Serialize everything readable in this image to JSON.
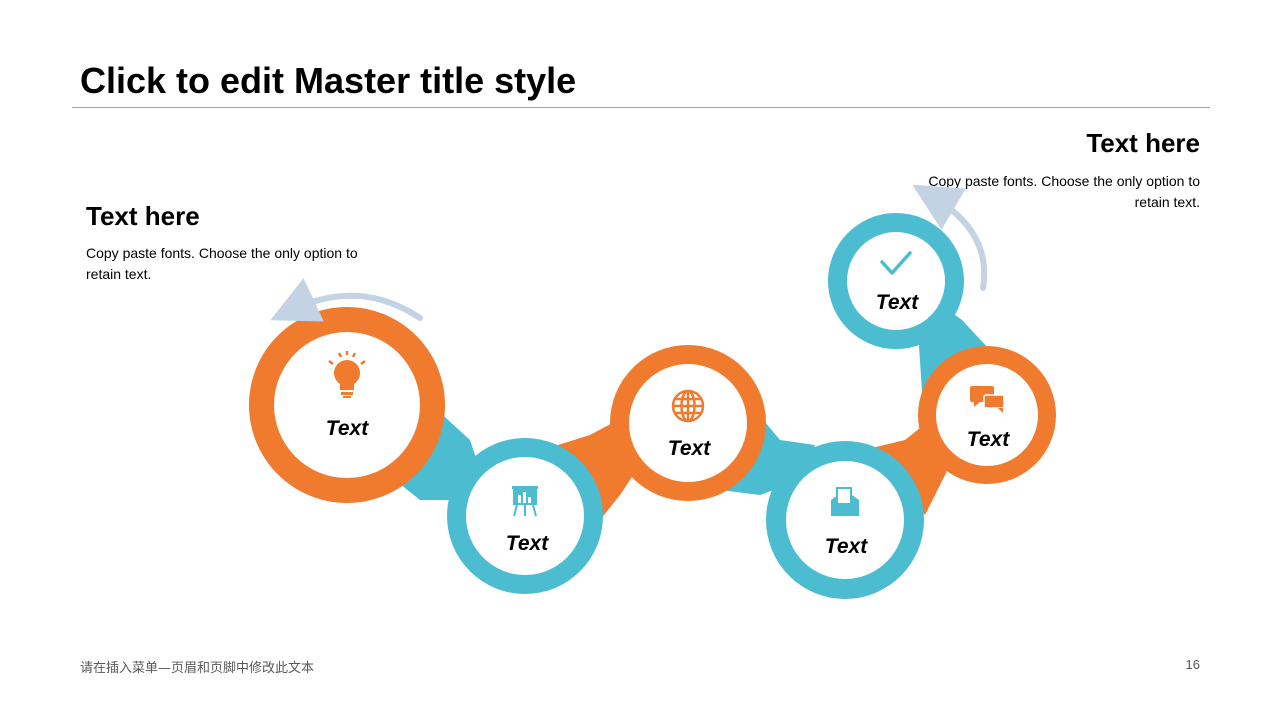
{
  "slide": {
    "title": "Click to edit Master title style",
    "footer": "请在插入菜单—页眉和页脚中修改此文本",
    "page_number": "16"
  },
  "colors": {
    "orange": "#f07a2e",
    "teal": "#4cbdd1",
    "arrow": "#c3d3e3",
    "rule": "#a6a6a6"
  },
  "left_callout": {
    "heading": "Text here",
    "body": "Copy paste fonts. Choose the only option to retain text."
  },
  "right_callout": {
    "heading": "Text here",
    "body": "Copy paste fonts. Choose the only option to retain text."
  },
  "nodes": [
    {
      "label": "Text",
      "color": "orange",
      "icon": "lightbulb-icon"
    },
    {
      "label": "Text",
      "color": "teal",
      "icon": "presentation-chart-icon"
    },
    {
      "label": "Text",
      "color": "orange",
      "icon": "globe-icon"
    },
    {
      "label": "Text",
      "color": "teal",
      "icon": "envelope-open-icon"
    },
    {
      "label": "Text",
      "color": "orange",
      "icon": "chat-bubbles-icon"
    },
    {
      "label": "Text",
      "color": "teal",
      "icon": "checkmark-icon"
    }
  ]
}
